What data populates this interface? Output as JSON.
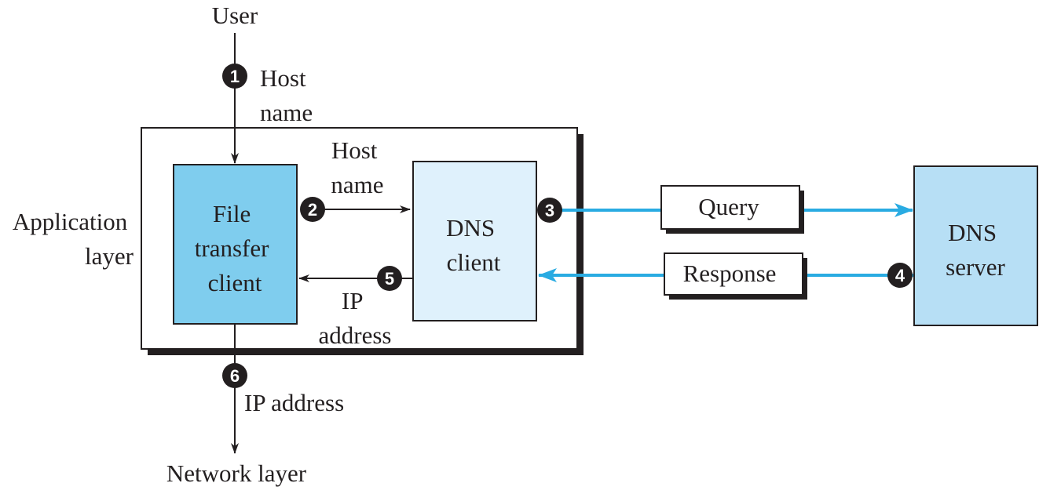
{
  "labels": {
    "user": "User",
    "host_name_1": [
      "Host",
      "name"
    ],
    "application_layer": [
      "Application",
      "layer"
    ],
    "file_transfer_client": [
      "File",
      "transfer",
      "client"
    ],
    "host_name_2": [
      "Host",
      "name"
    ],
    "dns_client": [
      "DNS",
      "client"
    ],
    "query": "Query",
    "response": "Response",
    "dns_server": [
      "DNS",
      "server"
    ],
    "ip_address_5": [
      "IP",
      "address"
    ],
    "ip_address_6": "IP address",
    "network_layer": "Network layer"
  },
  "steps": [
    "1",
    "2",
    "3",
    "4",
    "5",
    "6"
  ],
  "colors": {
    "file_client_fill": "#7fcdee",
    "dns_client_fill": "#dff1fc",
    "dns_server_fill": "#b7dff5",
    "blue_arrow": "#29abe2",
    "black": "#231f20"
  }
}
